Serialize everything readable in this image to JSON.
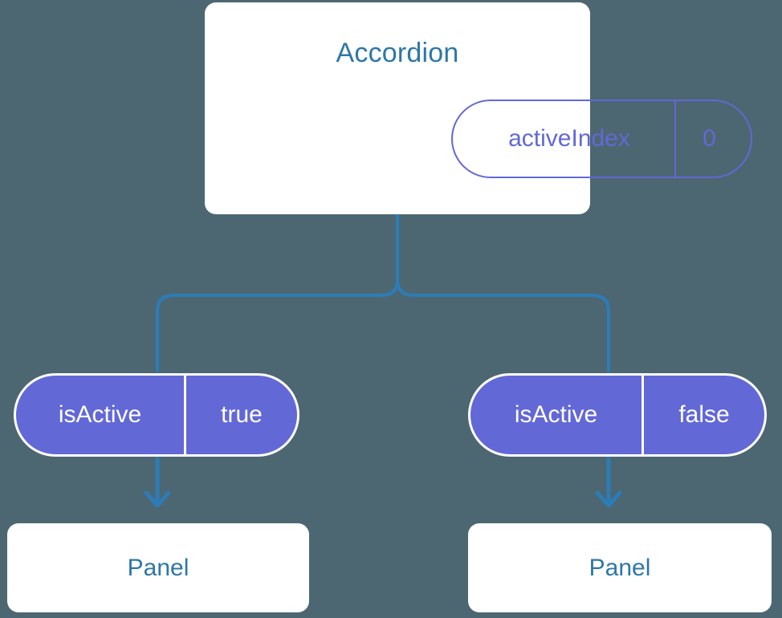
{
  "diagram": {
    "title_text": "Accordion",
    "background_color": "#4c6772",
    "accent_blue": "#2e77a8",
    "accent_purple": "#6268d6",
    "connector_color": "#2c7cb8",
    "card_color": "#ffffff"
  },
  "root": {
    "label": "Accordion",
    "prop": {
      "key": "activeIndex",
      "value": "0"
    }
  },
  "branches": [
    {
      "prop": {
        "key": "isActive",
        "value": "true"
      },
      "child": {
        "label": "Panel"
      }
    },
    {
      "prop": {
        "key": "isActive",
        "value": "false"
      },
      "child": {
        "label": "Panel"
      }
    }
  ]
}
